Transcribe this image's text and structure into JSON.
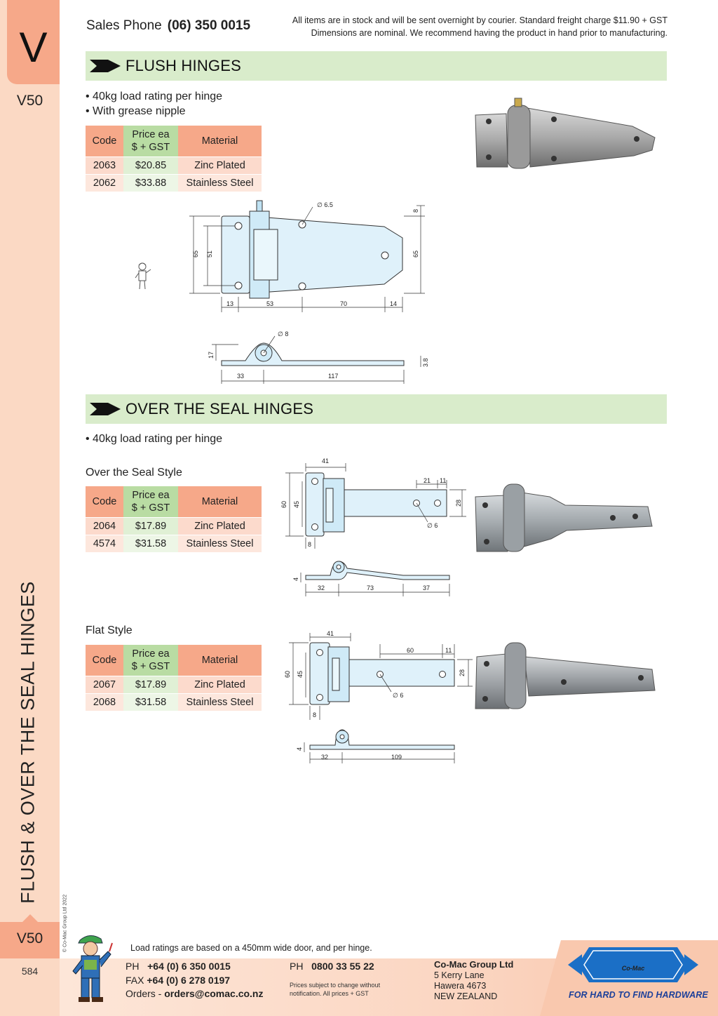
{
  "rail": {
    "letter": "V",
    "code_top": "V50",
    "title": "FLUSH & OVER THE SEAL HINGES",
    "code_bottom": "V50",
    "page_number": "584",
    "copyright": "© Co-Mac Group Ltd 2022"
  },
  "header": {
    "sales_label": "Sales Phone",
    "sales_phone": "(06) 350 0015",
    "notice_line1": "All items are in stock and will be sent overnight by courier. Standard freight charge $11.90 + GST",
    "notice_line2": "Dimensions are nominal. We recommend having the product in hand prior to manufacturing."
  },
  "table_headers": {
    "code": "Code",
    "price_line1": "Price ea",
    "price_line2": "$ + GST",
    "material": "Material"
  },
  "flush": {
    "title": "FLUSH HINGES",
    "bullets": [
      "• 40kg load rating per hinge",
      "• With grease nipple"
    ],
    "rows": [
      {
        "code": "2063",
        "price": "$20.85",
        "material": "Zinc Plated"
      },
      {
        "code": "2062",
        "price": "$33.88",
        "material": "Stainless Steel"
      }
    ],
    "dims": {
      "hole": "∅ 6.5",
      "h65": "65",
      "h51": "51",
      "h8": "8",
      "h65r": "65",
      "w13": "13",
      "w53": "53",
      "w70": "70",
      "w14": "14",
      "pin": "∅ 8",
      "t17": "17",
      "t3_8": "3.8",
      "w33": "33",
      "w117": "117"
    }
  },
  "ots": {
    "title": "OVER THE SEAL HINGES",
    "bullets": [
      "• 40kg load rating per hinge"
    ],
    "style1": {
      "label": "Over the Seal Style",
      "rows": [
        {
          "code": "2064",
          "price": "$17.89",
          "material": "Zinc Plated"
        },
        {
          "code": "4574",
          "price": "$31.58",
          "material": "Stainless Steel"
        }
      ],
      "dims": {
        "w41": "41",
        "w21": "21",
        "w11": "11",
        "h60": "60",
        "h45": "45",
        "h28": "28",
        "hole": "∅ 6",
        "w8": "8",
        "t4": "4",
        "w32": "32",
        "w73": "73",
        "w37": "37"
      }
    },
    "style2": {
      "label": "Flat Style",
      "rows": [
        {
          "code": "2067",
          "price": "$17.89",
          "material": "Zinc Plated"
        },
        {
          "code": "2068",
          "price": "$31.58",
          "material": "Stainless Steel"
        }
      ],
      "dims": {
        "w41": "41",
        "w60": "60",
        "w11": "11",
        "h60": "60",
        "h45": "45",
        "h28": "28",
        "hole": "∅ 6",
        "w8": "8",
        "t4": "4",
        "w32": "32",
        "w109": "109"
      }
    }
  },
  "footer": {
    "load_note": "Load ratings are based on a 450mm wide door, and per hinge.",
    "ph_label": "PH",
    "ph": "+64 (0) 6 350 0015",
    "fax_label": "FAX",
    "fax": "+64 (0) 6 278 0197",
    "orders_label": "Orders -",
    "orders": "orders@comac.co.nz",
    "ph2_label": "PH",
    "ph2": "0800 33 55 22",
    "prices_note1": "Prices subject to change without",
    "prices_note2": "notification. All prices + GST",
    "company_name": "Co-Mac Group Ltd",
    "address1": "5 Kerry Lane",
    "address2": "Hawera 4673",
    "address3": "NEW ZEALAND",
    "logo_text": "Co-Mac",
    "tagline": "FOR HARD TO FIND HARDWARE"
  },
  "colors": {
    "accent": "#f6a889",
    "rail": "#fbd9c4",
    "green": "#d9eccb",
    "brand_blue": "#1b6fc6"
  }
}
